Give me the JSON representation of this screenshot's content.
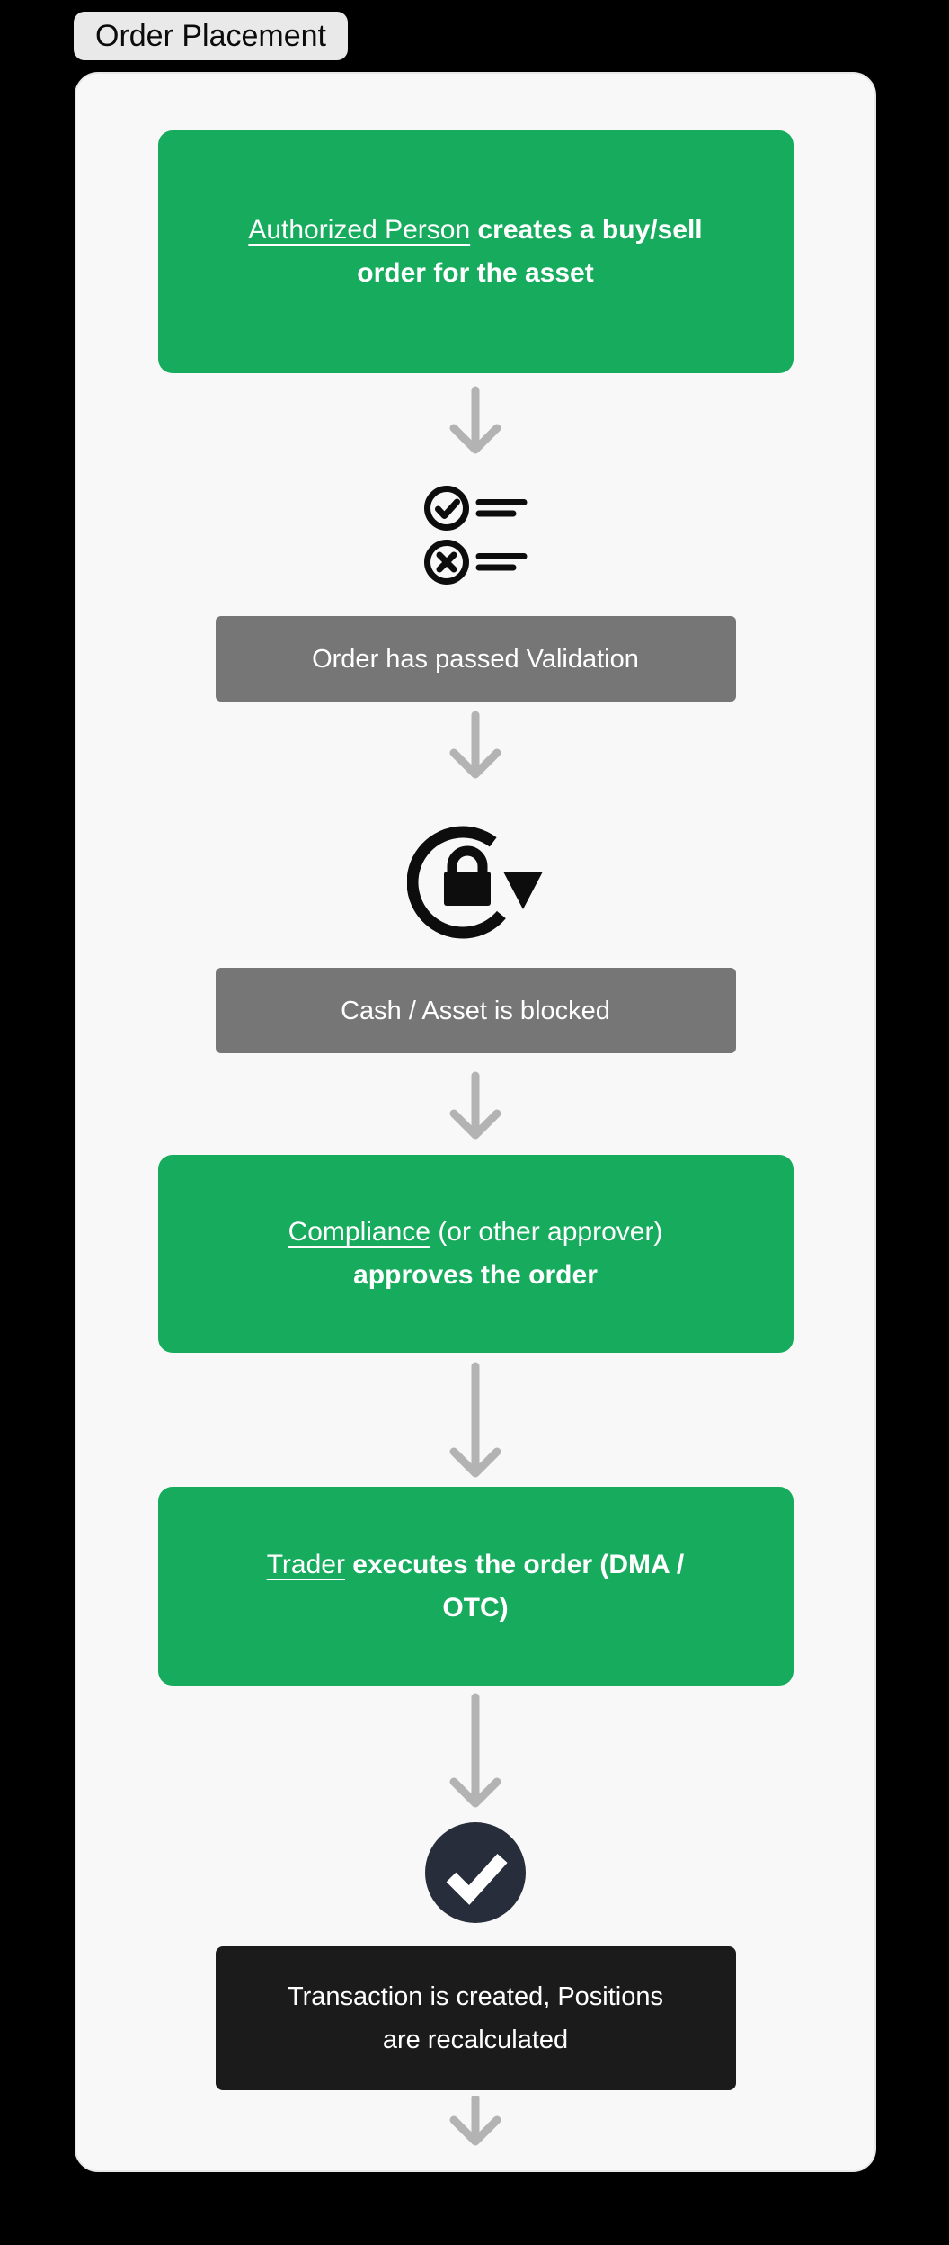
{
  "badge": {
    "label": "Order Placement"
  },
  "colors": {
    "page_bg": "#000000",
    "card_bg": "#f8f8f8",
    "card_border": "#e7e7e7",
    "badge_bg": "#e9e9e9",
    "badge_text": "#0b0b0b",
    "green": "#17ab5e",
    "gray": "#767676",
    "dark": "#1b1b1b",
    "circle": "#272d3a",
    "arrow": "#b3b3b3",
    "icon": "#0d0d0d"
  },
  "steps": {
    "create_order": {
      "link": "Authorized Person",
      "line1_rest": " creates a buy/sell",
      "line2": "order for the asset"
    },
    "validation": {
      "label": "Order has passed Validation"
    },
    "blocked": {
      "label": "Cash / Asset is blocked"
    },
    "approve": {
      "link": "Compliance",
      "line1_rest": " (or other approver)",
      "line2": "approves the order"
    },
    "execute": {
      "link": "Trader",
      "line1_rest": " executes the order (DMA /",
      "line2": "OTC)"
    },
    "transaction": {
      "line1": "Transaction is created, Positions",
      "line2": "are recalculated"
    }
  },
  "icons": {
    "validation": "validation-checklist-icon",
    "blocked": "lock-rotate-icon",
    "success": "check-circle-icon",
    "arrow": "arrow-down-icon"
  }
}
